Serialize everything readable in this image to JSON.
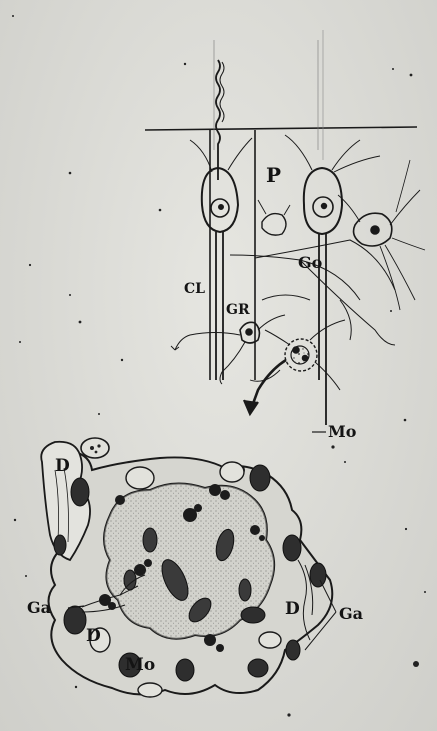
{
  "diagram": {
    "labels": {
      "p": "P",
      "go": "Go",
      "cl": "CL",
      "gr": "GR",
      "mo_top": "Mo",
      "d_top": "D",
      "d_left": "D",
      "d_right": "D",
      "ga_left": "Ga",
      "ga_right": "Ga",
      "mo_bottom": "Mo"
    }
  }
}
